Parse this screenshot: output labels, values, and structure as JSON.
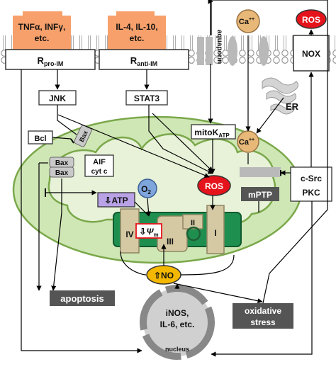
{
  "cytokines_pro": [
    "TNFα, INFγ,",
    "etc."
  ],
  "receptor_pro": {
    "main": "R",
    "sub": "pro-IM"
  },
  "cytokines_anti": [
    "IL-4, IL-10,",
    "etc."
  ],
  "receptor_anti": {
    "main": "R",
    "sub": "anti-IM"
  },
  "aquaporin": "aquaporin",
  "ca_ion": "Ca",
  "ca_charge": "++",
  "ros_top": "ROS",
  "nox": "NOX",
  "jnk": "JNK",
  "stat3": "STAT3",
  "er": "ER",
  "bcl": "Bcl",
  "bax": "Bax",
  "mitok": {
    "main": "mitoK",
    "sub": "ATP"
  },
  "ca_mito": "Ca",
  "aif": "AIF",
  "cytc": "cyt c",
  "o2": {
    "main": "O",
    "sub": "2"
  },
  "ros_mito": "ROS",
  "mptp": "mPTP",
  "csrc": "c-Src",
  "pkc": "PKC",
  "atp": {
    "arrow": "⇩",
    "label": "ATP"
  },
  "psi": {
    "arrow": "⇩",
    "symbol": "Ψ",
    "sub": "m"
  },
  "complexes": [
    "IV",
    "III",
    "II",
    "I"
  ],
  "no": {
    "arrow": "⇧",
    "label": "NO"
  },
  "apoptosis": "apoptosis",
  "nucleus_text": [
    "iNOS,",
    "IL-6, etc."
  ],
  "nucleus": "nucleus",
  "oxidative": [
    "oxidative",
    "stress"
  ],
  "colors": {
    "orange": "#f7a06b",
    "red": "#e5141c",
    "ca": "#e8b878",
    "mito_fill": "#cfe6b5",
    "mito_edge": "#7aa84a",
    "im_green": "#1f8f50",
    "complex": "#d5c9a4",
    "atp": "#b9a2e6",
    "no": "#f5b800",
    "label_dark": "#555555",
    "grey": "#b9b9b9",
    "o2": "#7fa5dd"
  }
}
